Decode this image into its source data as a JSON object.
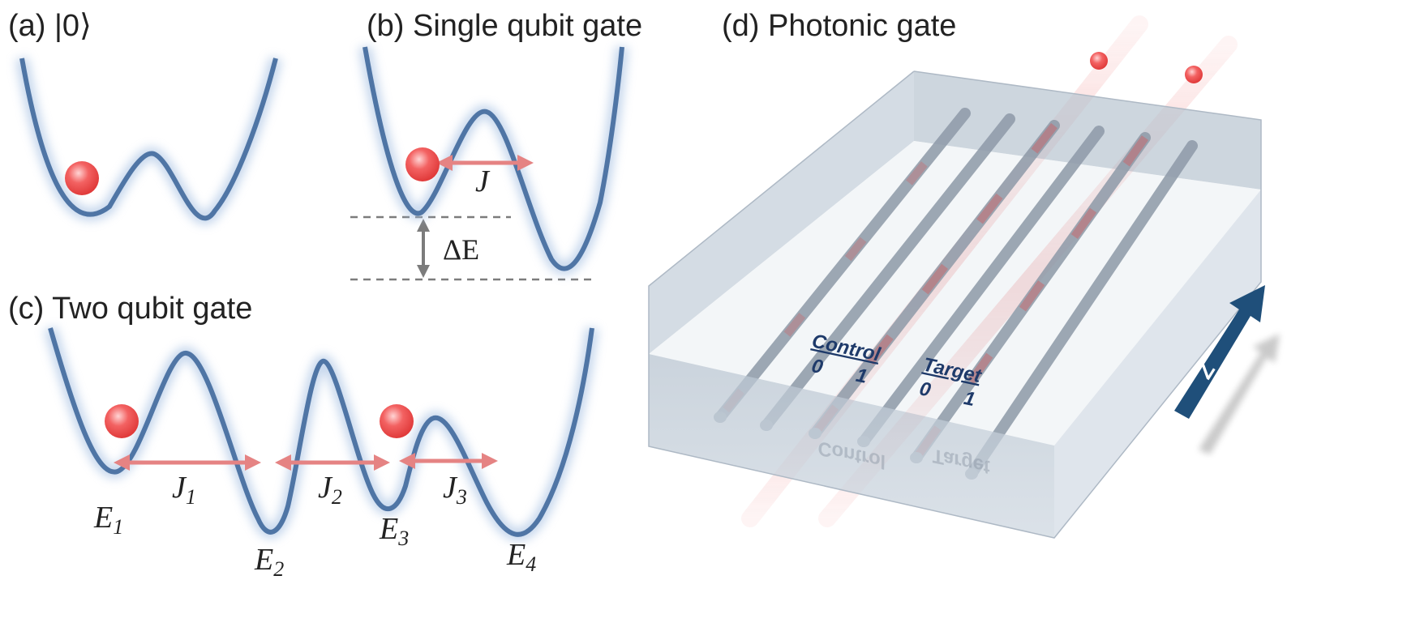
{
  "panels": {
    "a": {
      "label": "(a) |0⟩"
    },
    "b": {
      "label": "(b) Single qubit gate",
      "coupling": "J",
      "energy_gap": "ΔE"
    },
    "c": {
      "label": "(c) Two qubit gate",
      "couplings": [
        {
          "sym": "J",
          "sub": "1"
        },
        {
          "sym": "J",
          "sub": "2"
        },
        {
          "sym": "J",
          "sub": "3"
        }
      ],
      "energies": [
        {
          "sym": "E",
          "sub": "1"
        },
        {
          "sym": "E",
          "sub": "2"
        },
        {
          "sym": "E",
          "sub": "3"
        },
        {
          "sym": "E",
          "sub": "4"
        }
      ]
    },
    "d": {
      "label": "(d) Photonic gate",
      "control_label": "Control",
      "target_label": "Target",
      "index_labels": [
        "0",
        "1",
        "0",
        "1"
      ],
      "axis_label": "Z"
    }
  },
  "colors": {
    "curve": "#4f75a5",
    "particle": "#ee4848",
    "arrow": "#e58383",
    "gap_arrow": "#7c7c7c",
    "chip": "#c6d0da",
    "waveguide": "#8e9aa8",
    "axis_arrow": "#1f4f7a"
  }
}
